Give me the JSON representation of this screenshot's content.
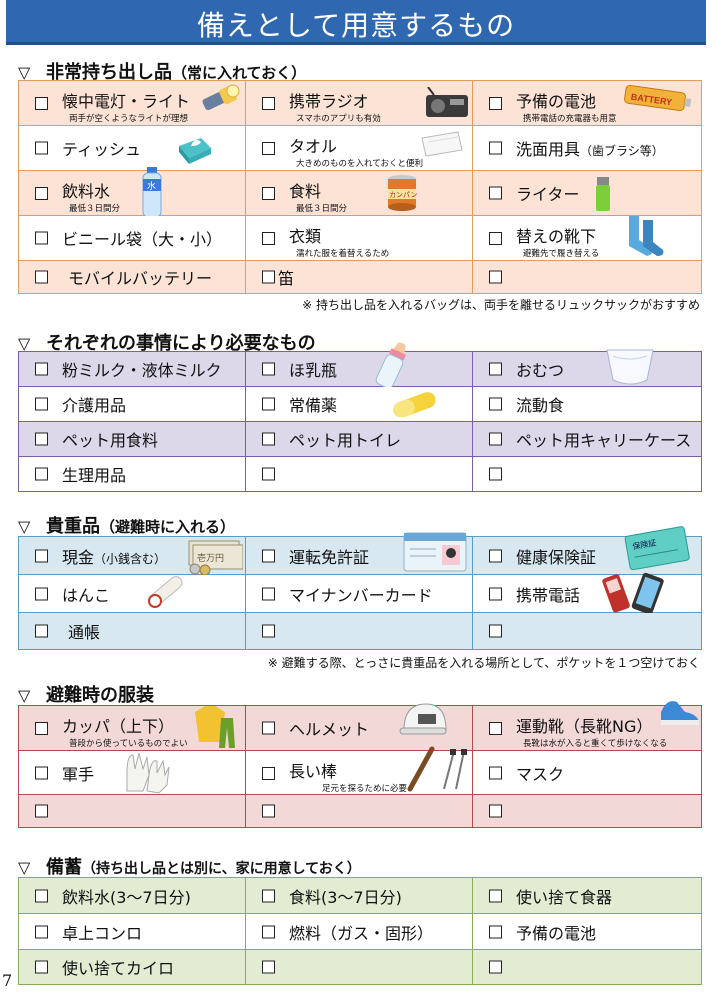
{
  "page_title": "備えとして用意するもの",
  "page_number": "7",
  "sections": [
    {
      "title": "非常持ち出し品",
      "title_note": "（常に入れておく）",
      "color": "#e39a5e",
      "rows": [
        [
          {
            "label": "懐中電灯・ライト",
            "sub": "両手が空くようなライトが理想"
          },
          {
            "label": "携帯ラジオ",
            "sub": "スマホのアプリも有効"
          },
          {
            "label": "予備の電池",
            "sub": "携帯電話の充電器も用意"
          }
        ],
        [
          {
            "label": "ティッシュ"
          },
          {
            "label": "タオル",
            "sub": "大きめのものを入れておくと便利"
          },
          {
            "label": "洗面用具",
            "label_small": "（歯ブラシ等）"
          }
        ],
        [
          {
            "label": "飲料水",
            "sub": "最低３日間分"
          },
          {
            "label": "食料",
            "sub": "最低３日間分"
          },
          {
            "label": "ライター"
          }
        ],
        [
          {
            "label": "ビニール袋（大・小）"
          },
          {
            "label": "衣類",
            "sub": "濡れた服を着替えるため"
          },
          {
            "label": "替えの靴下",
            "sub": "避難先で履き替える"
          }
        ],
        [
          {
            "label": "モバイルバッテリー"
          },
          {
            "label": "笛"
          },
          {
            "label": ""
          }
        ]
      ],
      "note": "※ 持ち出し品を入れるバッグは、両手を離せるリュックサックがおすすめ"
    },
    {
      "title": "それぞれの事情により必要なもの",
      "color": "#7b5ea7",
      "rows": [
        [
          {
            "label": "粉ミルク・液体ミルク"
          },
          {
            "label": "ほ乳瓶"
          },
          {
            "label": "おむつ"
          }
        ],
        [
          {
            "label": "介護用品"
          },
          {
            "label": "常備薬"
          },
          {
            "label": "流動食"
          }
        ],
        [
          {
            "label": "ペット用食料"
          },
          {
            "label": "ペット用トイレ"
          },
          {
            "label": "ペット用キャリーケース"
          }
        ],
        [
          {
            "label": "生理用品"
          },
          {
            "label": ""
          },
          {
            "label": ""
          }
        ]
      ]
    },
    {
      "title": "貴重品",
      "title_note": "（避難時に入れる）",
      "color": "#5b9bc5",
      "rows": [
        [
          {
            "label": "現金",
            "label_small": "（小銭含む）"
          },
          {
            "label": "運転免許証"
          },
          {
            "label": "健康保険証"
          }
        ],
        [
          {
            "label": "はんこ"
          },
          {
            "label": "マイナンバーカード"
          },
          {
            "label": "携帯電話"
          }
        ],
        [
          {
            "label": "通帳"
          },
          {
            "label": ""
          },
          {
            "label": ""
          }
        ]
      ],
      "note": "※ 避難する際、とっさに貴重品を入れる場所として、ポケットを１つ空けておく"
    },
    {
      "title": "避難時の服装",
      "color": "#b54a4a",
      "rows": [
        [
          {
            "label": "カッパ（上下）",
            "sub": "普段から使っているものでよい"
          },
          {
            "label": "ヘルメット"
          },
          {
            "label": "運動靴（長靴NG）",
            "sub": "長靴は水が入ると重くて歩けなくなる"
          }
        ],
        [
          {
            "label": "軍手"
          },
          {
            "label": "長い棒",
            "sub": "足元を探るために必要"
          },
          {
            "label": "マスク"
          }
        ],
        [
          {
            "label": ""
          },
          {
            "label": ""
          },
          {
            "label": ""
          }
        ]
      ]
    },
    {
      "title": "備蓄",
      "title_note": "（持ち出し品とは別に、家に用意しておく）",
      "color": "#88ad5e",
      "rows": [
        [
          {
            "label": "飲料水(3～7日分)"
          },
          {
            "label": "食料(3～7日分)"
          },
          {
            "label": "使い捨て食器"
          }
        ],
        [
          {
            "label": "卓上コンロ"
          },
          {
            "label": "燃料（ガス・固形）"
          },
          {
            "label": "予備の電池"
          }
        ],
        [
          {
            "label": "使い捨てカイロ"
          },
          {
            "label": ""
          },
          {
            "label": ""
          }
        ]
      ]
    }
  ],
  "illustration_text": {
    "battery": "BATTERY",
    "water": "水",
    "canned_food": "カンパン",
    "insurance_card": "保険証",
    "cash": "壱万円"
  }
}
